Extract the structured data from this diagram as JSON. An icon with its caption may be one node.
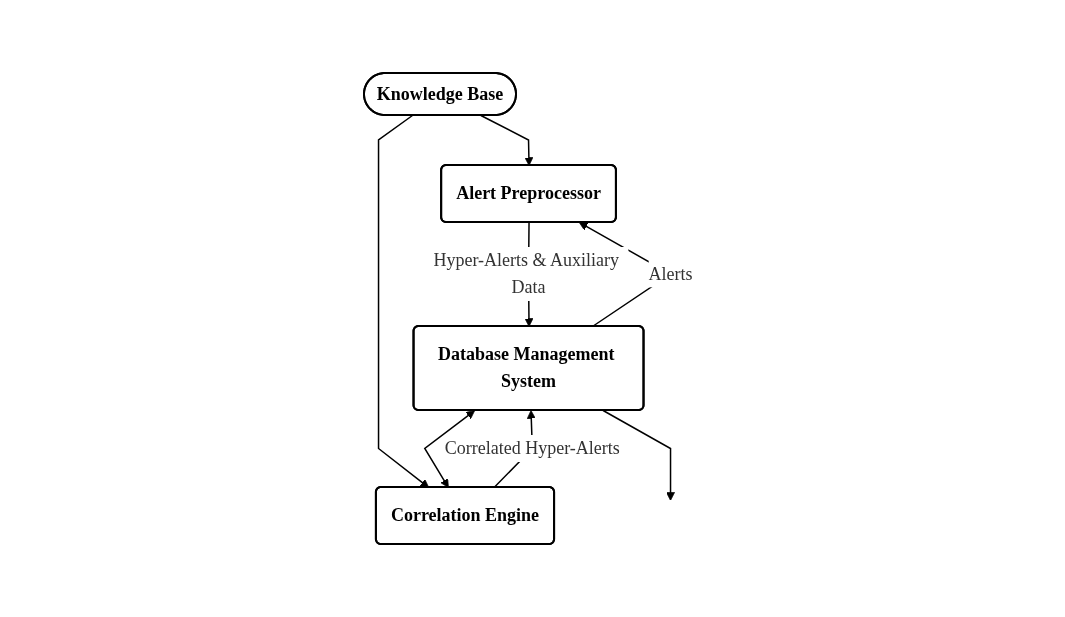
{
  "diagram": {
    "nodes": [
      {
        "text": [
          "Knowledge Base"
        ]
      },
      {
        "text": [
          "Alert Preprocessor"
        ]
      },
      {
        "text": [
          "Correlation Engine"
        ]
      },
      {
        "text": [
          "Database Management System"
        ]
      }
    ],
    "edges": [
      {
        "from": 0,
        "to": 1,
        "arrow": "to"
      },
      {
        "from": 0,
        "to": 2,
        "arrow": "to"
      },
      {
        "from": 1,
        "to": 3,
        "arrow": "to",
        "label": "Hyper-Alerts & Auxiliary Data"
      },
      {
        "from": 3,
        "to": 2,
        "arrow": "both"
      },
      {
        "from": 3,
        "to": 1,
        "arrow": "to",
        "label": "Alerts"
      },
      {
        "from": 2,
        "to": 3,
        "arrow": "to",
        "label": "Correlated Hyper-Alerts"
      },
      {
        "from": 3,
        "to": null,
        "arrow": "to"
      }
    ]
  }
}
